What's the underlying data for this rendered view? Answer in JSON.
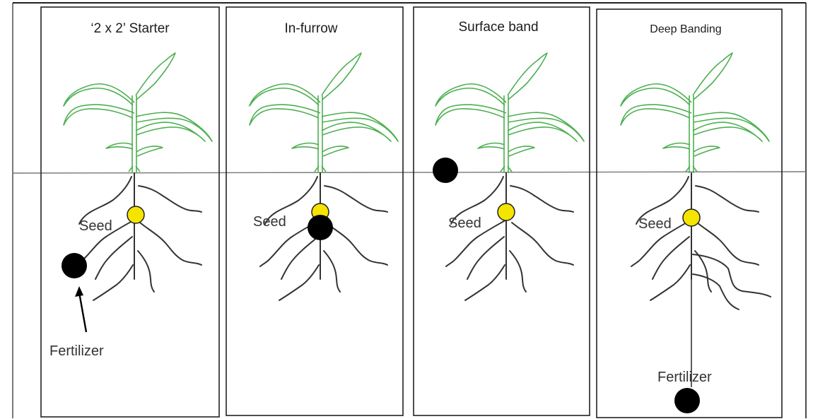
{
  "panels": [
    {
      "title": "‘2 x 2’ Starter",
      "seed_label": "Seed",
      "fertilizer_label": "Fertilizer"
    },
    {
      "title": "In-furrow",
      "seed_label": "Seed"
    },
    {
      "title": "Surface band",
      "seed_label": "Seed"
    },
    {
      "title": "Deep Banding",
      "seed_label": "Seed",
      "fertilizer_label": "Fertilizer"
    }
  ],
  "colors": {
    "seed": "#f5e400",
    "fertilizer": "#000000",
    "leaves": "#4caf50",
    "roots": "#333333"
  }
}
